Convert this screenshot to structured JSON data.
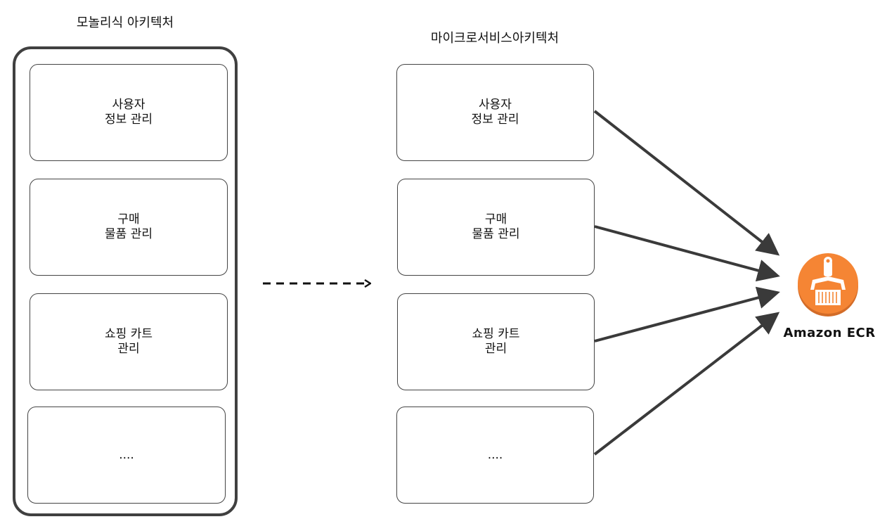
{
  "monolith": {
    "title": "모놀리식 아키텍처",
    "boxes": [
      {
        "line1": "사용자",
        "line2": "정보 관리"
      },
      {
        "line1": "구매",
        "line2": "물품 관리"
      },
      {
        "line1": "쇼핑 카트",
        "line2": "관리"
      },
      {
        "line1": "....",
        "line2": ""
      }
    ]
  },
  "microservices": {
    "title": "마이크로서비스아키텍처",
    "boxes": [
      {
        "line1": "사용자",
        "line2": "정보 관리"
      },
      {
        "line1": "구매",
        "line2": "물품 관리"
      },
      {
        "line1": "쇼핑 카트",
        "line2": "관리"
      },
      {
        "line1": "....",
        "line2": ""
      }
    ]
  },
  "ecr": {
    "label": "Amazon ECR",
    "icon": "amazon-ecr-icon",
    "color": "#f58534"
  },
  "colors": {
    "border": "#404040",
    "arrow": "#3a3a3a"
  }
}
